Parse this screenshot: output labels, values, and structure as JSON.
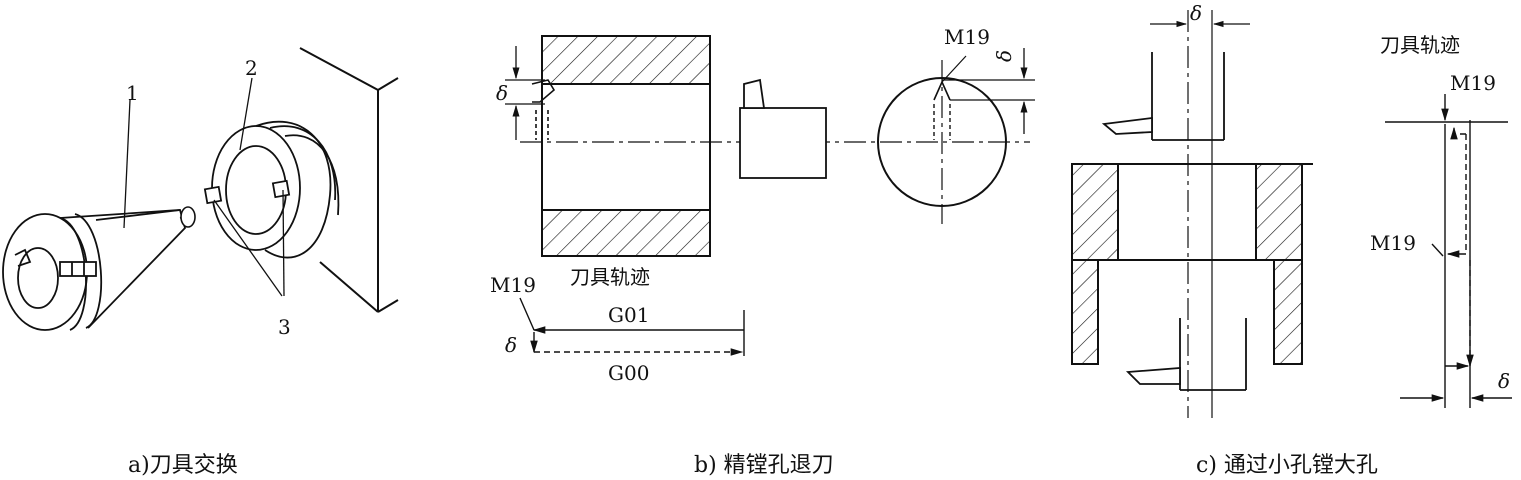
{
  "panels": {
    "a": {
      "caption": "a)刀具交换",
      "labels": {
        "part1": "1",
        "part2": "2",
        "part3": "3"
      }
    },
    "b": {
      "caption": "b) 精镗孔退刀",
      "top_label": "M19",
      "delta_left": "δ",
      "delta_right": "δ",
      "trajectory_title": "刀具轨迹",
      "trajectory_m19": "M19",
      "trajectory_delta": "δ",
      "g01": "G01",
      "g00": "G00"
    },
    "c": {
      "caption": "c) 通过小孔镗大孔",
      "delta_top": "δ",
      "trajectory_title": "刀具轨迹",
      "m19_top": "M19",
      "m19_mid": "M19",
      "delta_bottom": "δ"
    }
  }
}
